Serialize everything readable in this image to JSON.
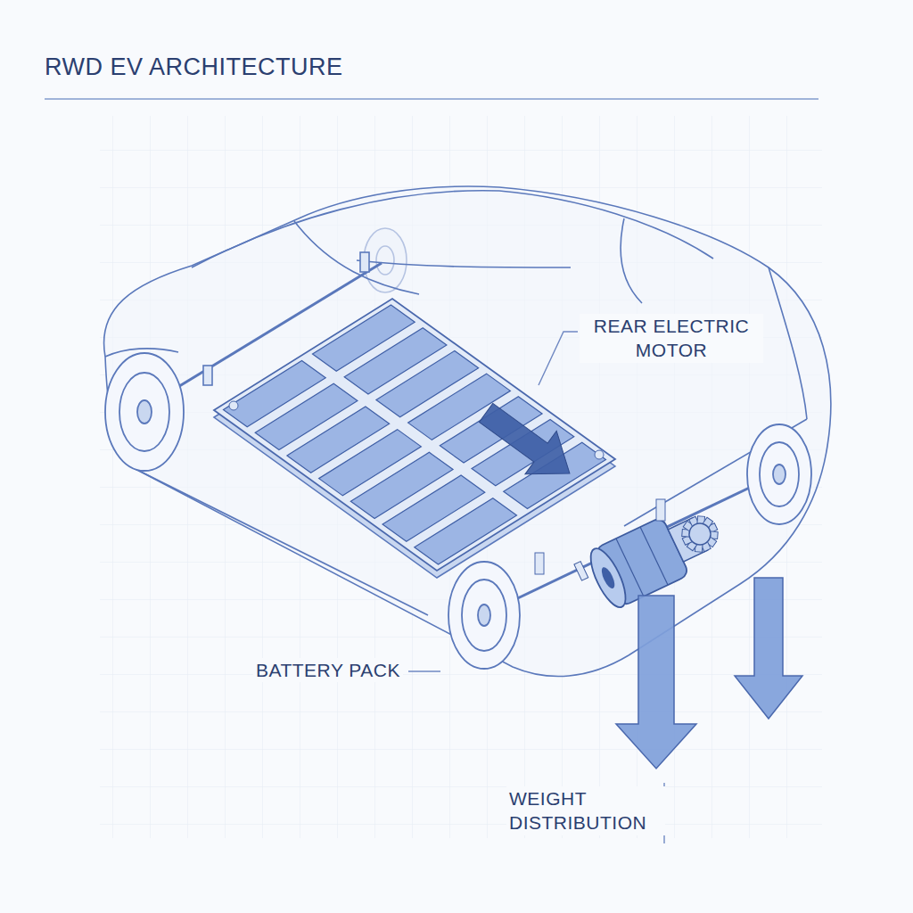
{
  "diagram": {
    "title": "RWD EV ARCHITECTURE",
    "labels": [
      "REAR ELECTRIC MOTOR",
      "BATTERY PACK",
      "WEIGHT DISTRIBUTION"
    ]
  }
}
